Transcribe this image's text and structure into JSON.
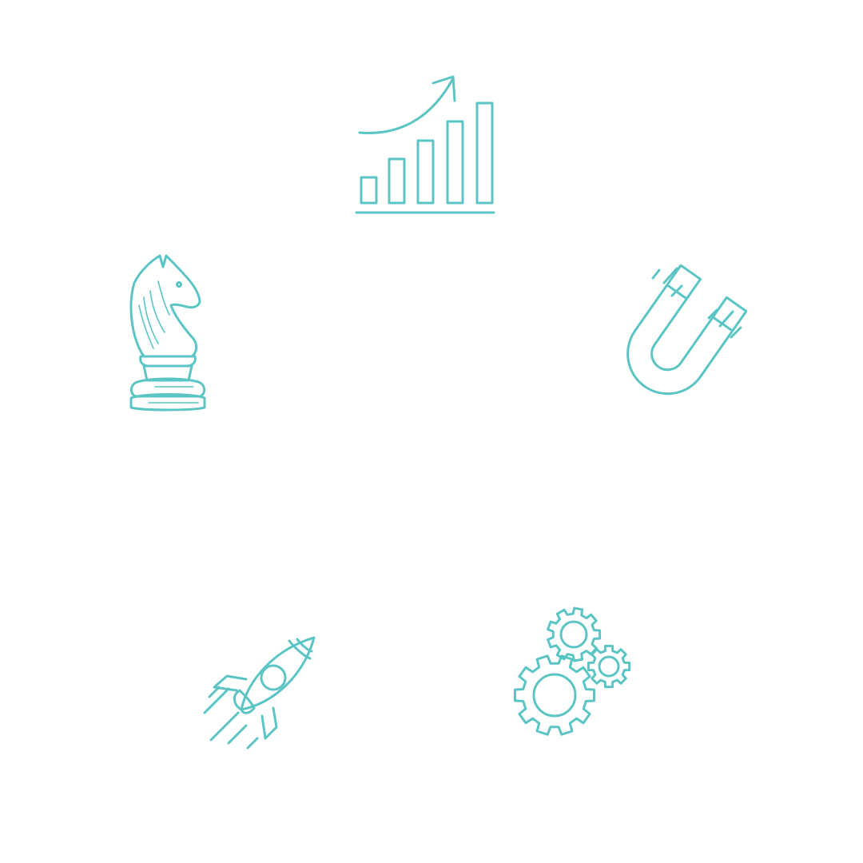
{
  "diagram": {
    "accent_color": "#5bc4c4",
    "background_color": "#ffffff",
    "icons": [
      {
        "id": "growth",
        "icon": "growth-chart-icon"
      },
      {
        "id": "attraction",
        "icon": "magnet-icon"
      },
      {
        "id": "process",
        "icon": "gears-icon"
      },
      {
        "id": "launch",
        "icon": "rocket-icon"
      },
      {
        "id": "strategy",
        "icon": "chess-knight-icon"
      }
    ]
  }
}
